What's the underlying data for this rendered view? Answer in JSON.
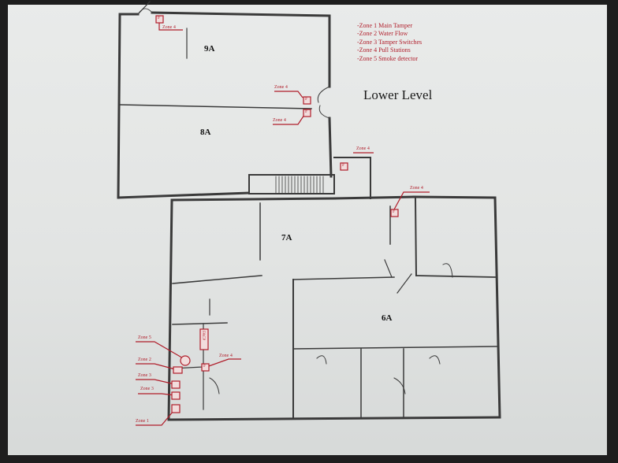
{
  "plan": {
    "title": "Lower Level",
    "rooms": [
      "9A",
      "8A",
      "7A",
      "6A"
    ]
  },
  "legend": {
    "items": [
      "-Zone 1 Main Tamper",
      "-Zone 2 Water Flow",
      "-Zone 3 Tamper Switches",
      "-Zone 4 Pull Stations",
      "-Zone 5 Smoke detector"
    ]
  },
  "zone_labels": {
    "z4_top_left": "Zone 4",
    "z4_mid_upper": "Zone 4",
    "z4_mid_lower": "Zone 4",
    "z4_stair": "Zone 4",
    "z4_corridor": "Zone 4",
    "z4_lower_left": "Zone 4",
    "z5": "Zone 5",
    "z2": "Zone 2",
    "z3_a": "Zone 3",
    "z3_b": "Zone 3",
    "z1": "Zone 1"
  },
  "device_glyph": "F",
  "facp_label": "FACP",
  "colors": {
    "wall": "#3a3a3a",
    "annotation": "#b01d2a",
    "paper": "#e6e8e7",
    "frame": "#2b2b2b"
  }
}
